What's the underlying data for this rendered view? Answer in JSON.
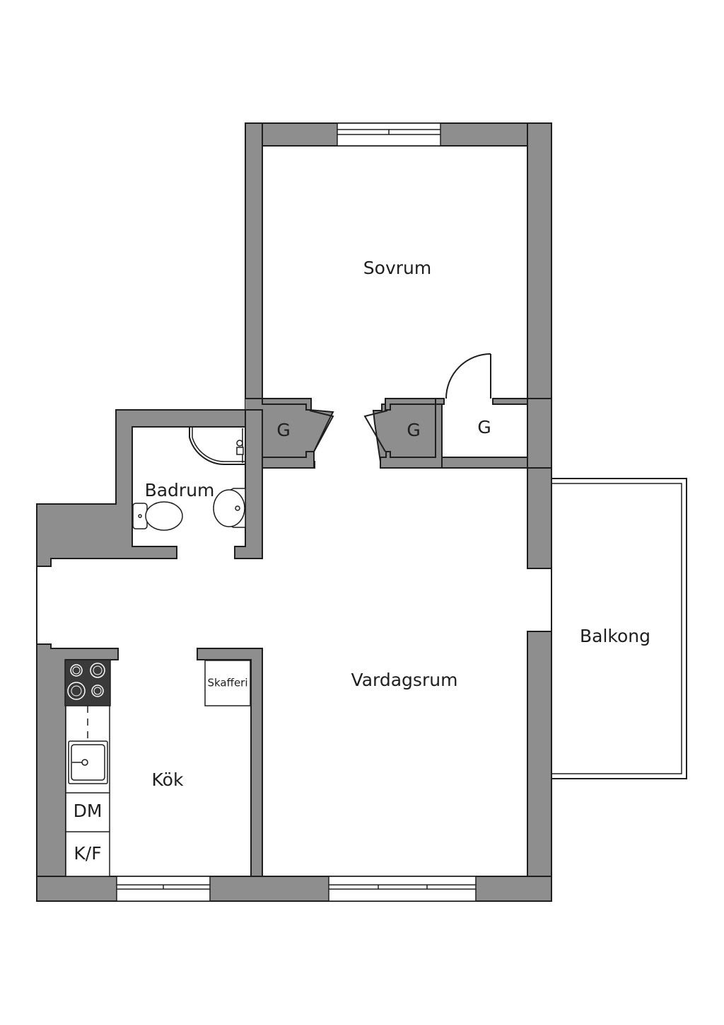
{
  "rooms": {
    "bedroom": "Sovrum",
    "bathroom": "Badrum",
    "closet_1": "G",
    "closet_2": "G",
    "closet_3": "G",
    "living_room": "Vardagsrum",
    "kitchen": "Kök",
    "pantry": "Skafferi",
    "balcony": "Balkong"
  },
  "kitchen_units": {
    "dishwasher": "DM",
    "fridge_freezer": "K/F"
  },
  "icons": [
    "stove-icon",
    "sink-icon",
    "toilet-icon",
    "washbasin-icon",
    "shower-icon",
    "door-swing-icon",
    "window-icon"
  ],
  "colors": {
    "wall": "#8e8e8e",
    "line": "#1e1e1e",
    "background": "#ffffff",
    "stove": "#3a3a3a"
  }
}
